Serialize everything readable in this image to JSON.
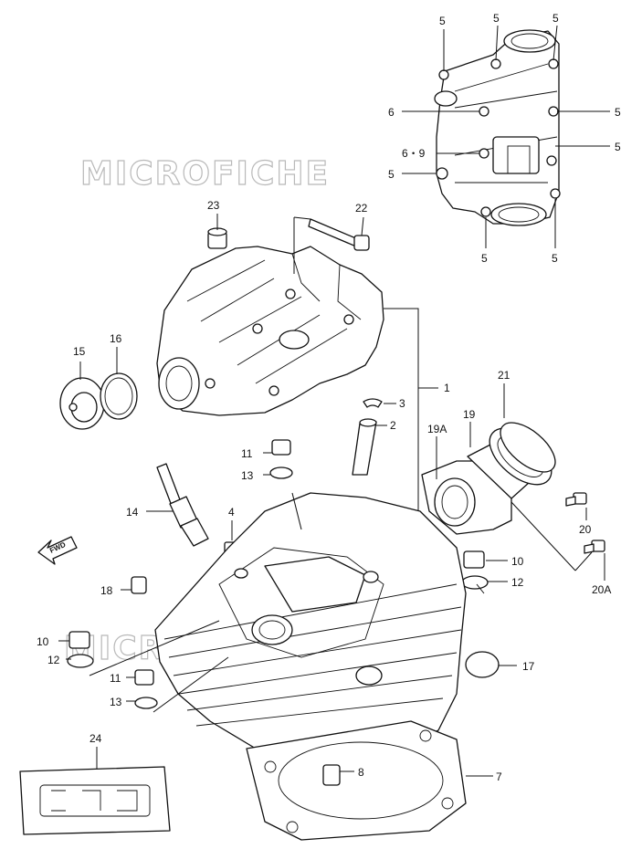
{
  "diagram": {
    "watermarks": [
      "MICROFICHE",
      "MICROFICHE.NET"
    ],
    "fwd_label": "FWD",
    "callouts": [
      {
        "id": "c5a",
        "text": "5"
      },
      {
        "id": "c5b",
        "text": "5"
      },
      {
        "id": "c5c",
        "text": "5"
      },
      {
        "id": "c5d",
        "text": "5"
      },
      {
        "id": "c5e",
        "text": "5"
      },
      {
        "id": "c5f",
        "text": "5"
      },
      {
        "id": "c5g",
        "text": "5"
      },
      {
        "id": "c5h",
        "text": "5"
      },
      {
        "id": "c6",
        "text": "6"
      },
      {
        "id": "c69",
        "text": "6・9"
      },
      {
        "id": "c23",
        "text": "23"
      },
      {
        "id": "c22",
        "text": "22"
      },
      {
        "id": "c15",
        "text": "15"
      },
      {
        "id": "c16",
        "text": "16"
      },
      {
        "id": "c1",
        "text": "1"
      },
      {
        "id": "c3",
        "text": "3"
      },
      {
        "id": "c2",
        "text": "2"
      },
      {
        "id": "c21",
        "text": "21"
      },
      {
        "id": "c19a",
        "text": "19A"
      },
      {
        "id": "c19",
        "text": "19"
      },
      {
        "id": "c11a",
        "text": "11"
      },
      {
        "id": "c13a",
        "text": "13"
      },
      {
        "id": "c14",
        "text": "14"
      },
      {
        "id": "c4",
        "text": "4"
      },
      {
        "id": "c20",
        "text": "20"
      },
      {
        "id": "c20a",
        "text": "20A"
      },
      {
        "id": "c10a",
        "text": "10"
      },
      {
        "id": "c12a",
        "text": "12"
      },
      {
        "id": "c18",
        "text": "18"
      },
      {
        "id": "c10b",
        "text": "10"
      },
      {
        "id": "c12b",
        "text": "12"
      },
      {
        "id": "c17",
        "text": "17"
      },
      {
        "id": "c11b",
        "text": "11"
      },
      {
        "id": "c13b",
        "text": "13"
      },
      {
        "id": "c24",
        "text": "24"
      },
      {
        "id": "c8",
        "text": "8"
      },
      {
        "id": "c7",
        "text": "7"
      }
    ]
  }
}
